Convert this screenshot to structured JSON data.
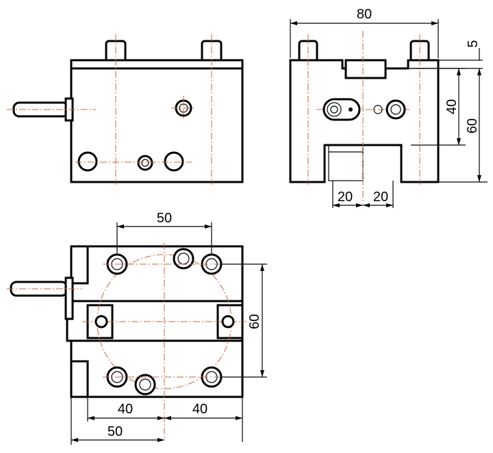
{
  "drawing": {
    "views": [
      "front-view",
      "side-view",
      "top-view"
    ]
  },
  "dimensions": {
    "side_width": "80",
    "side_pin_height": "5",
    "side_height_40": "40",
    "side_height_60": "60",
    "side_slot_left": "20",
    "side_slot_right": "20",
    "top_bolt_spacing": "50",
    "top_height": "60",
    "top_left_40": "40",
    "top_right_40": "40",
    "top_left_50": "50"
  },
  "colors": {
    "outline": "#000000",
    "centerline": "#c8643c"
  }
}
